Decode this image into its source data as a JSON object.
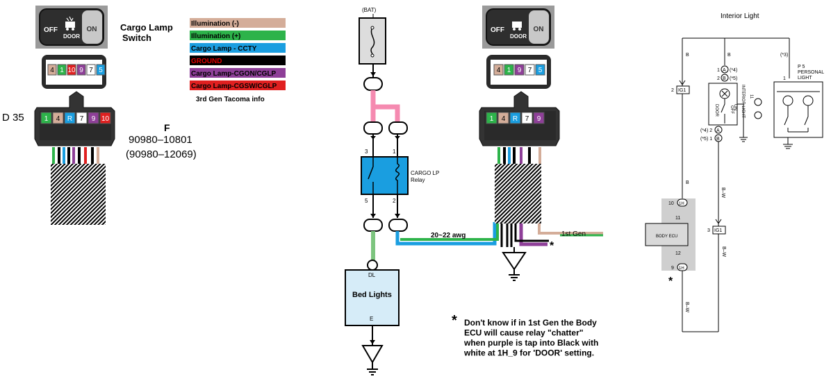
{
  "switch_panel": {
    "title": "Cargo Lamp\nSwitch",
    "off_label": "OFF",
    "door_label": "DOOR",
    "on_label": "ON"
  },
  "legend": {
    "items": [
      {
        "label": "Illumination (-)",
        "color": "#d4ad99",
        "text_color": "#000000"
      },
      {
        "label": "Illumination (+)",
        "color": "#2db34a",
        "text_color": "#000000"
      },
      {
        "label": "Cargo Lamp - CCTY",
        "color": "#1a9ee0",
        "text_color": "#000000"
      },
      {
        "label": "GROUND",
        "color": "#000000",
        "text_color": "#e00000"
      },
      {
        "label": "Cargo Lamp-CGON/CGLP",
        "color": "#8e3f98",
        "text_color": "#000000"
      },
      {
        "label": "Cargo Lamp-CGSW/CGLP",
        "color": "#e02020",
        "text_color": "#000000"
      }
    ],
    "footer": "3rd Gen Tacoma info"
  },
  "connector_left": {
    "top_pins": [
      "4",
      "1",
      "10",
      "9",
      "7",
      "5"
    ],
    "bottom_pins": [
      "1",
      "4",
      "R",
      "7",
      "9",
      "10"
    ],
    "id_label": "D 35",
    "part_letter": "F",
    "part_number_1": "90980–10801",
    "part_number_2": "(90980–12069)"
  },
  "connector_right": {
    "top_pins": [
      "4",
      "1",
      "9",
      "7",
      "5"
    ],
    "bottom_pins": [
      "1",
      "4",
      "R",
      "7",
      "9"
    ]
  },
  "relay_circuit": {
    "battery_label": "(BAT)",
    "relay_name": "CARGO LP\nRelay",
    "pin_3": "3",
    "pin_1": "1",
    "pin_5": "5",
    "pin_2": "2",
    "wire_gauge": "20~22 awg",
    "gen_label": "1st Gen",
    "asterisk": "*",
    "bed_lights_title": "Bed Lights",
    "bed_dl": "DL",
    "bed_e": "E"
  },
  "footnote": {
    "star": "*",
    "text": "Don't know if in 1st Gen the Body\nECU will cause relay \"chatter\"\nwhen purple is tap into Black with\nwhite at 1H_9 for 'DOOR' setting."
  },
  "interior": {
    "title": "Interior Light",
    "wire_b_1": "B",
    "wire_b_2": "B",
    "wire_b_3": "(*3)",
    "ig1_top": "IG1",
    "ig1_top_pin": "2",
    "ig1_bot": "IG1",
    "ig1_bot_pin": "3",
    "pin_a_top": "A",
    "pin_b_top": "B",
    "note_4": "(*4)",
    "note_5": "(*5)",
    "pin_1_top": "1",
    "pin_2_top": "2",
    "interior_light_label": "INTERIOR\nLIGHT",
    "door_label": "DOOR",
    "off_label": "OFF",
    "on_label": "ON",
    "p5_label": "P 5\nPERSONAL\nLIGHT",
    "p5_pin": "1",
    "pin_a_bot": "A",
    "pin_b_bot": "B",
    "note_4b": "(*4) 2",
    "note_5b": "(*5) 1",
    "wire_b_4": "B",
    "wire_bw_1": "B–W",
    "wire_bw_2": "B–W",
    "wire_bw_3": "B–W",
    "ecu_label": "BODY ECU",
    "conn_1h_top": "1H",
    "conn_1h_top_pin": "10",
    "conn_11": "11",
    "conn_12": "12",
    "conn_1h_bot": "1H",
    "conn_1h_bot_pin": "9",
    "star": "*"
  }
}
